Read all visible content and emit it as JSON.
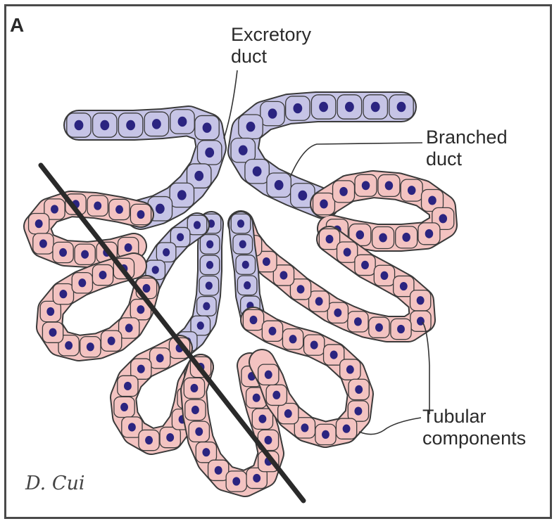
{
  "panel": {
    "letter": "A"
  },
  "labels": {
    "excretory_line1": "Excretory",
    "excretory_line2": "duct",
    "branched_line1": "Branched",
    "branched_line2": "duct",
    "tubular_line1": "Tubular",
    "tubular_line2": "components"
  },
  "signature": "D. Cui",
  "colors": {
    "duct_cell": "#c6c4e6",
    "secretory_cell": "#f3c3c1",
    "nucleus": "#2b2480",
    "outline": "#3a3a3a",
    "cut_line": "#2a2a2a",
    "border": "#4a4a4a"
  }
}
